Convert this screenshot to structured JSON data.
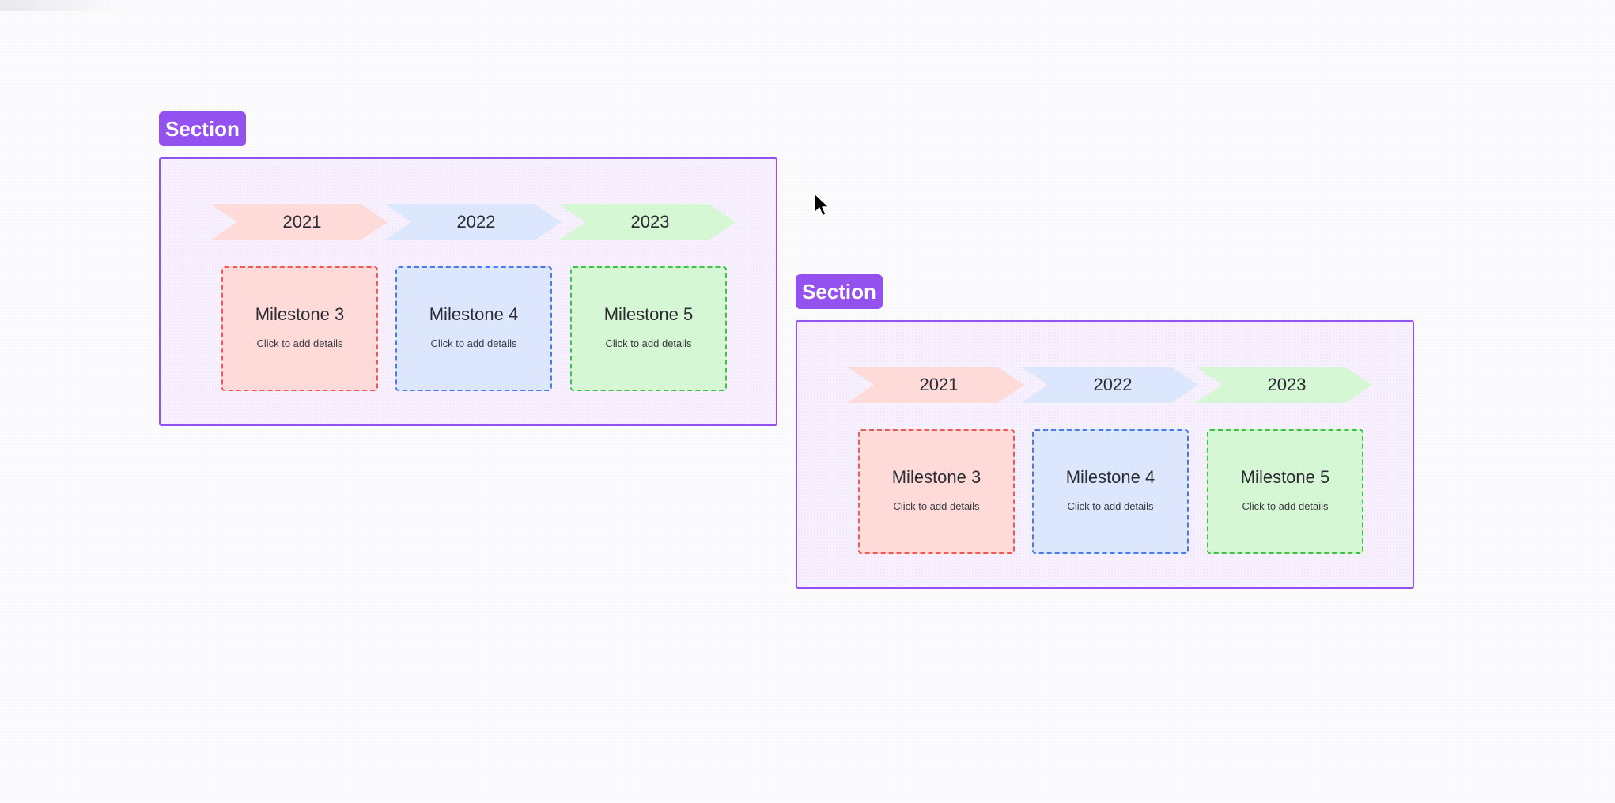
{
  "colors": {
    "section_accent": "#9351f0",
    "section_fill": "#f7f0fd",
    "red_fill": "#fedbd8",
    "red_border": "#f2575a",
    "blue_fill": "#dce7fd",
    "blue_border": "#4b78ea",
    "green_fill": "#d6f7d3",
    "green_border": "#3fc046"
  },
  "sections": [
    {
      "label": "Section",
      "timeline": [
        "2021",
        "2022",
        "2023"
      ],
      "cards": [
        {
          "title": "Milestone 3",
          "subtitle": "Click to add details"
        },
        {
          "title": "Milestone 4",
          "subtitle": "Click to add details"
        },
        {
          "title": "Milestone 5",
          "subtitle": "Click to add details"
        }
      ]
    },
    {
      "label": "Section",
      "timeline": [
        "2021",
        "2022",
        "2023"
      ],
      "cards": [
        {
          "title": "Milestone 3",
          "subtitle": "Click to add details"
        },
        {
          "title": "Milestone 4",
          "subtitle": "Click to add details"
        },
        {
          "title": "Milestone 5",
          "subtitle": "Click to add details"
        }
      ]
    }
  ],
  "icons": {
    "cursor": "mouse-pointer-icon"
  }
}
